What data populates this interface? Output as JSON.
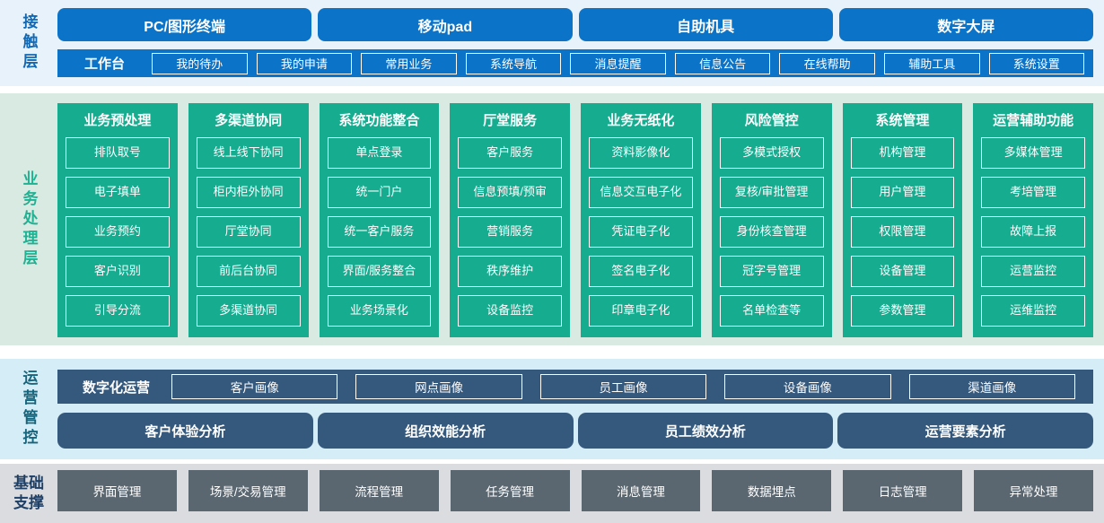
{
  "colors": {
    "blue": "#0b74c9",
    "green": "#15ac8f",
    "steel": "#35587d",
    "slate": "#5b6770",
    "contact-bg": "#e8f2fa",
    "business-bg": "#d9eae3",
    "ops-bg": "#d5edf6",
    "foundation-bg": "#dadcdf",
    "contact-label": "#1268b3",
    "business-label": "#1fb292",
    "ops-label": "#17657d",
    "foundation-label": "#1e3f66"
  },
  "layers": {
    "contact": {
      "label": "接触层",
      "terminals": [
        "PC/图形终端",
        "移动pad",
        "自助机具",
        "数字大屏"
      ],
      "workbench": {
        "label": "工作台",
        "items": [
          "我的待办",
          "我的申请",
          "常用业务",
          "系统导航",
          "消息提醒",
          "信息公告",
          "在线帮助",
          "辅助工具",
          "系统设置"
        ]
      }
    },
    "business": {
      "label": "业务处理层",
      "columns": [
        {
          "title": "业务预处理",
          "items": [
            "排队取号",
            "电子填单",
            "业务预约",
            "客户识别",
            "引导分流"
          ]
        },
        {
          "title": "多渠道协同",
          "items": [
            "线上线下协同",
            "柜内柜外协同",
            "厅堂协同",
            "前后台协同",
            "多渠道协同"
          ]
        },
        {
          "title": "系统功能整合",
          "items": [
            "单点登录",
            "统一门户",
            "统一客户服务",
            "界面/服务整合",
            "业务场景化"
          ]
        },
        {
          "title": "厅堂服务",
          "items": [
            "客户服务",
            "信息预填/预审",
            "营销服务",
            "秩序维护",
            "设备监控"
          ]
        },
        {
          "title": "业务无纸化",
          "items": [
            "资料影像化",
            "信息交互电子化",
            "凭证电子化",
            "签名电子化",
            "印章电子化"
          ]
        },
        {
          "title": "风险管控",
          "items": [
            "多模式授权",
            "复核/审批管理",
            "身份核查管理",
            "冠字号管理",
            "名单检查等"
          ]
        },
        {
          "title": "系统管理",
          "items": [
            "机构管理",
            "用户管理",
            "权限管理",
            "设备管理",
            "参数管理"
          ]
        },
        {
          "title": "运营辅助功能",
          "items": [
            "多媒体管理",
            "考培管理",
            "故障上报",
            "运营监控",
            "运维监控"
          ]
        }
      ]
    },
    "operations": {
      "label": "运营管控",
      "digital_ops": {
        "label": "数字化运营",
        "items": [
          "客户画像",
          "网点画像",
          "员工画像",
          "设备画像",
          "渠道画像"
        ]
      },
      "analytics": [
        "客户体验分析",
        "组织效能分析",
        "员工绩效分析",
        "运营要素分析"
      ]
    },
    "foundation": {
      "label": "基础支撑",
      "items": [
        "界面管理",
        "场景/交易管理",
        "流程管理",
        "任务管理",
        "消息管理",
        "数据埋点",
        "日志管理",
        "异常处理"
      ]
    }
  }
}
